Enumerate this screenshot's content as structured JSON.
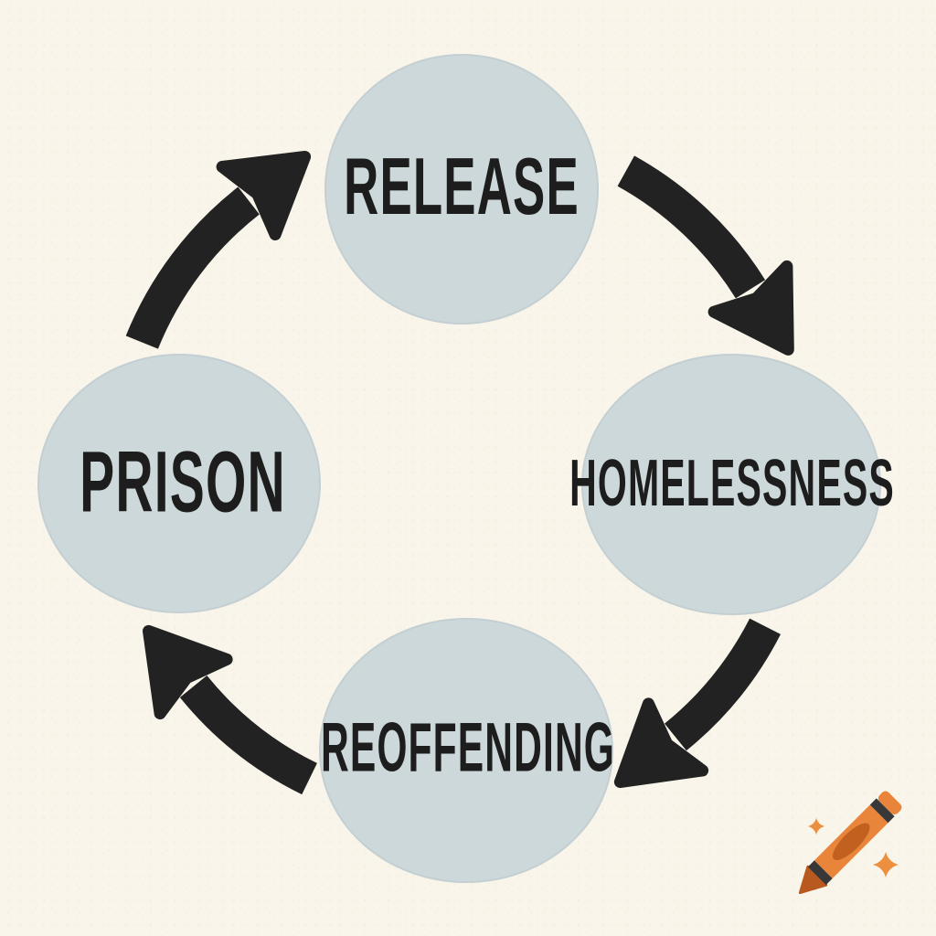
{
  "diagram": {
    "type": "cycle",
    "flow_direction": "clockwise",
    "nodes": [
      {
        "id": "release",
        "label": "RELEASE",
        "position": "top"
      },
      {
        "id": "homelessness",
        "label": "HOMELESSNESS",
        "position": "right"
      },
      {
        "id": "reoffending",
        "label": "REOFFENDING",
        "position": "bottom"
      },
      {
        "id": "prison",
        "label": "PRISON",
        "position": "left"
      }
    ],
    "edges": [
      {
        "from": "prison",
        "to": "release"
      },
      {
        "from": "release",
        "to": "homelessness"
      },
      {
        "from": "homelessness",
        "to": "reoffending"
      },
      {
        "from": "reoffending",
        "to": "prison"
      }
    ]
  },
  "watermark": {
    "icon": "craiyon-crayon-logo"
  },
  "colors": {
    "background": "#f9f5ea",
    "node_fill": "#ccd8da",
    "arrow": "#222222",
    "label_text": "#1d1d1e",
    "crayon_orange": "#e8853b",
    "crayon_dark_orange": "#b85a1f",
    "crayon_stripe": "#383838",
    "sparkle": "#ec8f3f"
  }
}
